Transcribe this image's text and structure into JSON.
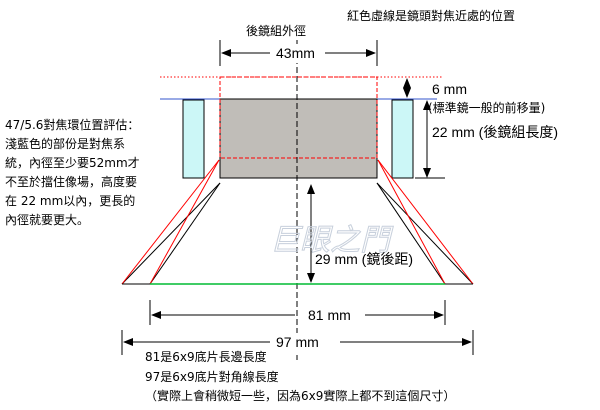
{
  "title_note": "紅色虛線是鏡頭對焦近處的位置",
  "rear_group_label": "後鏡組外徑",
  "dims": {
    "d43": "43mm",
    "d6": "6 mm",
    "d6_note": "(標準鏡一般的前移量)",
    "d22": "22 mm (後鏡組長度)",
    "d29": "29 mm (鏡後距)",
    "d81": "81 mm",
    "d97": "97 mm"
  },
  "left_note": [
    "47/5.6對焦環位置評估：",
    "淺藍色的部份是對焦系",
    "統，內徑至少要52mm才",
    "不至於擋住像場，高度要",
    "在 22 mm以內，更長的",
    "內徑就要更大。"
  ],
  "bottom_notes": [
    "81是6x9底片長邊長度",
    "97是6x9底片對角線長度",
    "（實際上會稍微短一些，因為6x9實際上都不到這個尺寸）"
  ],
  "watermark": "巨眼之門",
  "colors": {
    "gray": "#c0bdb8",
    "lightblue": "#ccf7f7",
    "red": "#ff0000",
    "blue": "#3355cc",
    "green": "#00bb33"
  }
}
